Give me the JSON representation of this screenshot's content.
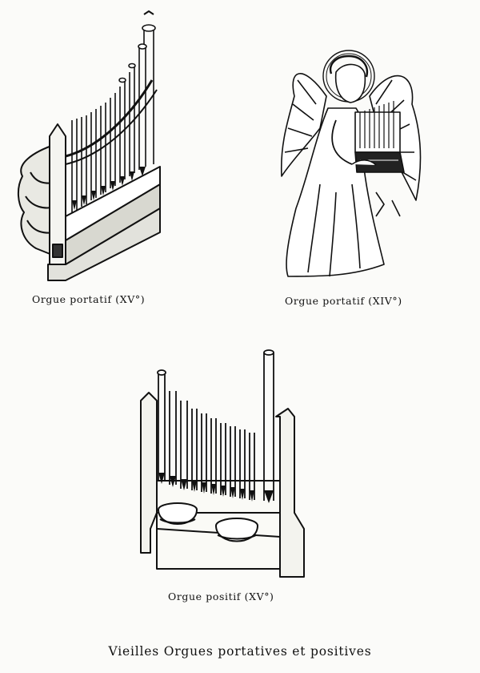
{
  "figures": [
    {
      "caption": "Orgue portatif (XV°)",
      "icon": "portative-organ-illustration"
    },
    {
      "caption": "Orgue portatif (XIV°)",
      "icon": "angel-playing-organ-illustration"
    },
    {
      "caption": "Orgue positif (XV°)",
      "icon": "positive-organ-illustration"
    }
  ],
  "plate_title": "Vieilles Orgues portatives et positives"
}
